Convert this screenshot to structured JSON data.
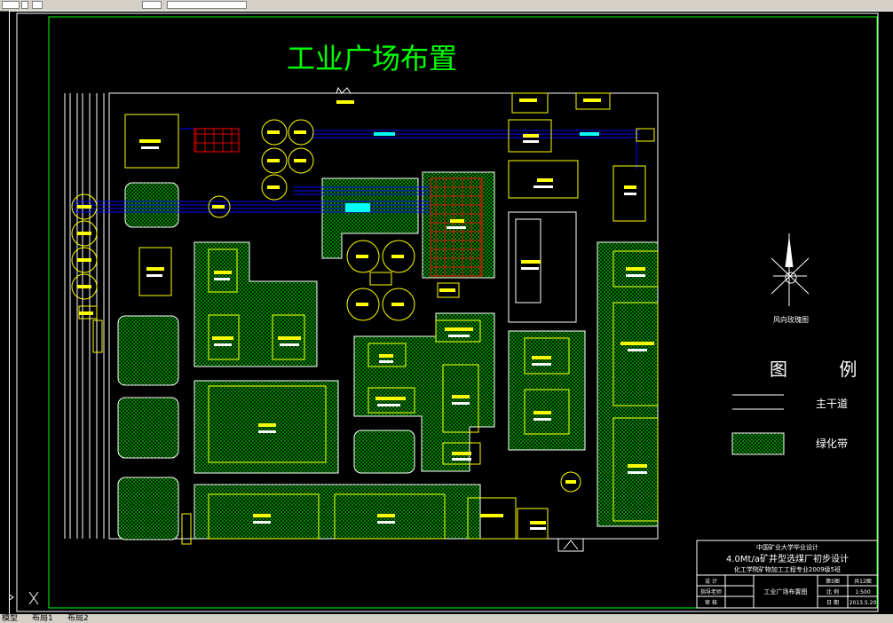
{
  "tabs": [
    "模型",
    "布局1",
    "布局2"
  ],
  "drawing": {
    "title": "工业广场布置",
    "north_arrow_label": "风向玫瑰图",
    "legend": {
      "title": "图 例",
      "items": [
        {
          "label": "主干道"
        },
        {
          "label": "绿化带"
        }
      ]
    },
    "title_block": {
      "school": "中国矿业大学毕业设计",
      "project": "4.0Mt/a矿井型选煤厂初步设计",
      "major": "化工学院矿物加工工程专业2009级5班",
      "row_design": "设 计",
      "row_advisor": "指导老师",
      "row_review": "审 核",
      "drawing_name": "工业广场布置图",
      "sheet_no": "第5图",
      "sheet_total": "共12图",
      "scale_label": "比 例",
      "scale_value": "1:500",
      "date_label": "日 期",
      "date_value": "2013.5.20"
    }
  },
  "colors": {
    "background": "#000000",
    "title": "#00ff00",
    "frame": "#00ff00",
    "outline": "#ffffff",
    "building": "#ffff00",
    "pipe": "#0000ff",
    "grid": "#ff0000",
    "green_belt": "#00aa00"
  }
}
